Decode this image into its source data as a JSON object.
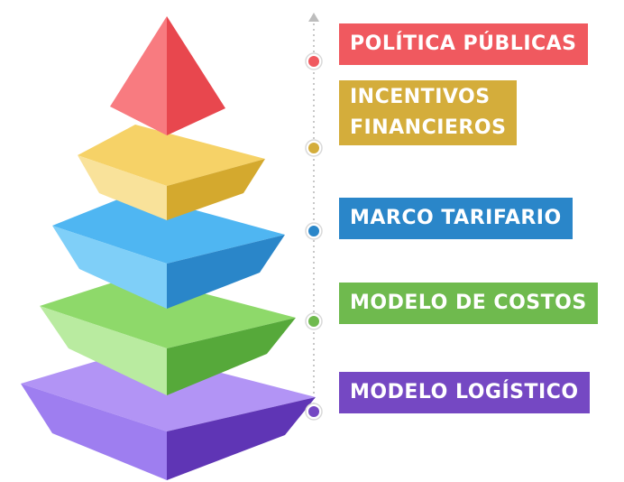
{
  "levels": [
    {
      "label": "POLÍTICA PÚBLICAS",
      "color": "#f0595f"
    },
    {
      "label_lines": [
        "INCENTIVOS",
        "FINANCIEROS"
      ],
      "color": "#d4ad3b"
    },
    {
      "label": "MARCO TARIFARIO",
      "color": "#2a86c9"
    },
    {
      "label": "MODELO DE COSTOS",
      "color": "#6fba4e"
    },
    {
      "label": "MODELO LOGÍSTICO",
      "color": "#7548c3"
    }
  ]
}
